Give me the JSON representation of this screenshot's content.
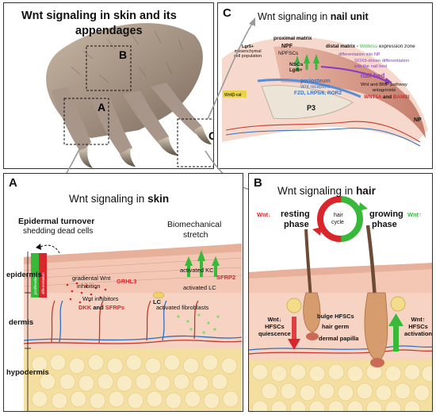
{
  "paw_panel": {
    "title_line1": "Wnt signaling in skin and its",
    "title_line2": "appendages",
    "box_labels": {
      "a": "A",
      "b": "B",
      "c": "C"
    }
  },
  "nail_panel": {
    "letter": "C",
    "title_prefix": "Wnt signaling in ",
    "title_bold": "nail unit",
    "labels": {
      "lgr5_mes": "Lgr5+",
      "lgr5_mes_2": "mesenchymal",
      "lgr5_mes_3": "cell population",
      "proximal_matrix": "proximal matrix",
      "npf": "NPF",
      "npfscs": "NPFSCs",
      "distal_prefix": "distal matrix - ",
      "wntless": "Wntless",
      "distal_suffix": " expression zone",
      "diff_np": "differentiation into NP",
      "nscs": "NSCs",
      "lgr6": "Lgr6+",
      "sox9": "SOX9-driven differentiation",
      "sox9_2": "into the nail bed",
      "nail_bed": "nail bed",
      "periosteum": "periosteum",
      "wnt_receptors": "Wnt receptors",
      "fzd": "FZD, LRP5/6, ROR2",
      "antagonists": "Wnt and BMP pathway",
      "antagonists_2": "antagonists",
      "wnt5a": "WNT5A",
      "and": " and ",
      "bambi": "BAMBI",
      "p3": "P3",
      "np": "NP",
      "yellow_small": "Wnt/β-cat"
    }
  },
  "skin_panel": {
    "letter": "A",
    "title_prefix": "Wnt signaling in ",
    "title_bold": "skin",
    "labels": {
      "turnover": "Epidermal turnover",
      "shedding": "shedding dead cells",
      "biomech": "Biomechanical",
      "stretch": "stretch",
      "epidermis": "epidermis",
      "dermis": "dermis",
      "hypodermis": "hypodermis",
      "proliferation": "proliferation",
      "differentiation": "differentiation",
      "gradiental": "gradiental Wnt",
      "inhibition": "inhibition",
      "grhl3": "GRHL3",
      "wnt_inhibitors": "Wnt inhibitors",
      "dkk": "DKK",
      "and": " and ",
      "sfrps": "SFRPs",
      "lc": "LC",
      "activated_kc": "activated KC",
      "sfrp2": "SFRP2",
      "activated_lc": "activated LC",
      "activated_fib": "activated fibroblasts"
    }
  },
  "hair_panel": {
    "letter": "B",
    "title_prefix": "Wnt signaling in ",
    "title_bold": "hair",
    "labels": {
      "wnt_down": "Wnt",
      "resting": "resting",
      "phase": "phase",
      "hair": "hair",
      "cycle": "cycle",
      "growing": "growing",
      "phase2": "phase",
      "wnt_up": "Wnt",
      "bulge": "bulge HFSCs",
      "hair_germ": "hair germ",
      "dermal_papilla": "dermal papilla",
      "wnt_left": "Wnt",
      "hfscs_left": "HFSCs",
      "quiescence": "quiescence",
      "wnt_right": "Wnt",
      "hfscs_right": "HFSCs",
      "activation": "activation"
    }
  },
  "colors": {
    "red": "#d9262c",
    "green": "#38b93a",
    "purple": "#8a3bbd",
    "blue": "#2f6fbf",
    "skin_pink": "#f3c7b4",
    "fat_yellow": "#f5dfa0"
  }
}
